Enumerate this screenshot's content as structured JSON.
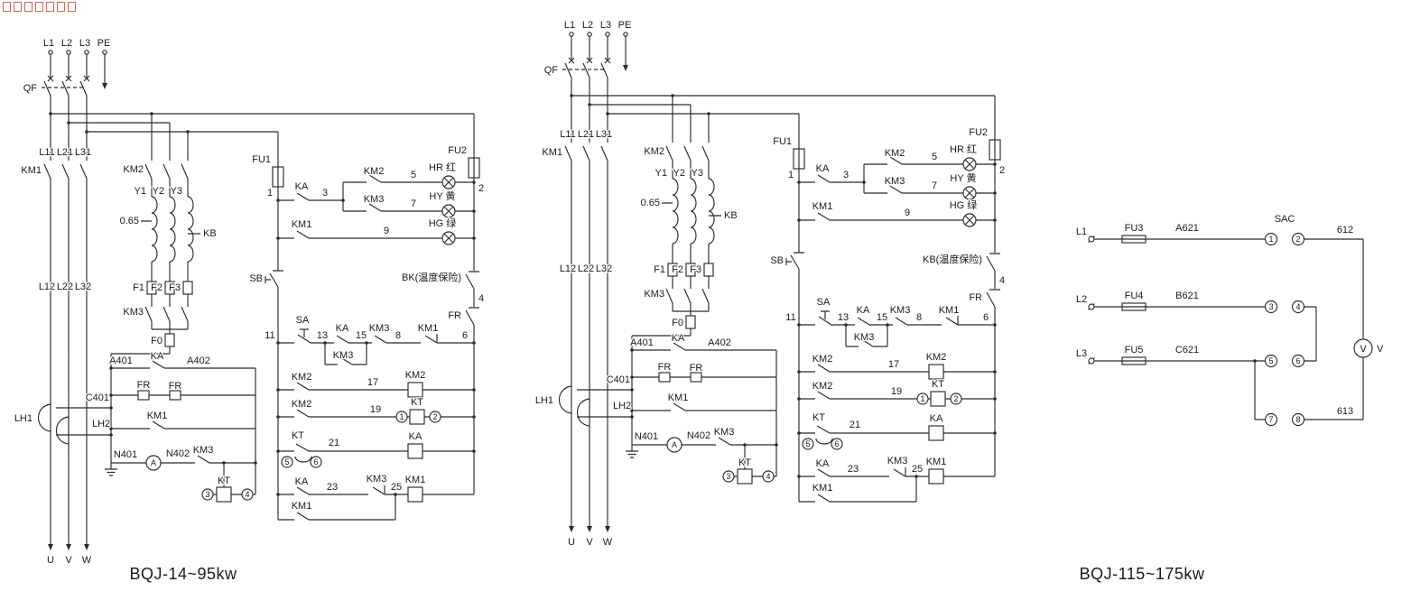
{
  "d1": {
    "caption": "BQJ-14~95kw",
    "top": {
      "l1": "L1",
      "l2": "L2",
      "l3": "L3",
      "pe": "PE"
    },
    "qf": "QF",
    "km1_main": "KM1",
    "l11": "L11",
    "l21": "L21",
    "l31": "L31",
    "l12": "L12",
    "l22": "L22",
    "l32": "L32",
    "km2_branch": "KM2",
    "y1": "Y1",
    "y2": "Y2",
    "y3": "Y3",
    "ratio": "0.65",
    "kb_tap": "KB",
    "f1": "F1",
    "f2": "F2",
    "f3": "F3",
    "km3_branch": "KM3",
    "f0": "F0",
    "lh1": "LH1",
    "lh2": "LH2",
    "a401": "A401",
    "ka_meter": "KA",
    "a402": "A402",
    "c401": "C401",
    "fr1": "FR",
    "fr2": "FR",
    "km1_meter": "KM1",
    "n401": "N401",
    "n402": "N402",
    "km3_meter": "KM3",
    "ammeter": "A",
    "kt_meter": "KT",
    "c3": "3",
    "c4": "4",
    "u": "U",
    "v": "V",
    "w": "W",
    "fu1": "FU1",
    "fu2": "FU2",
    "n1": "1",
    "ka_sig": "KA",
    "n3": "3",
    "km2_sig": "KM2",
    "n5": "5",
    "hr": "HR 红",
    "km3_sig": "KM3",
    "n7": "7",
    "hy": "HY 黄",
    "km1_sig": "KM1",
    "n9": "9",
    "hg": "HG 绿",
    "n2": "2",
    "sb": "SB",
    "tfuse": "BK(温度保险)",
    "n4": "4",
    "fr3": "FR",
    "sa": "SA",
    "n11": "11",
    "n13": "13",
    "ka_run": "KA",
    "n15": "15",
    "km3_run": "KM3",
    "n8": "8",
    "km1_nc": "KM1",
    "n6": "6",
    "km3_par": "KM3",
    "km2_aux1": "KM2",
    "n17": "17",
    "km2_coil": "KM2",
    "km2_aux2": "KM2",
    "n19": "19",
    "c1": "1",
    "kt_coil": "KT",
    "c2": "2",
    "kt_contact": "KT",
    "c5": "5",
    "c6": "6",
    "n21": "21",
    "ka_coil": "KA",
    "ka_hold": "KA",
    "n23": "23",
    "km3_nc": "KM3",
    "n25": "25",
    "km1_coil": "KM1",
    "km1_hold": "KM1"
  },
  "d2": {
    "caption": "BQJ-115~175kw",
    "top": {
      "l1": "L1",
      "l2": "L2",
      "l3": "L3",
      "pe": "PE"
    },
    "qf": "QF",
    "km1_main": "KM1",
    "l11": "L11",
    "l21": "L21",
    "l31": "L31",
    "l12": "L12",
    "l22": "L22",
    "l32": "L32",
    "km2_branch": "KM2",
    "y1": "Y1",
    "y2": "Y2",
    "y3": "Y3",
    "ratio": "0.65",
    "kb_tap": "KB",
    "f1": "F1",
    "f2": "F2",
    "f3": "F3",
    "km3_branch": "KM3",
    "f0": "F0",
    "lh1": "LH1",
    "lh2": "LH2",
    "a401": "A401",
    "ka_meter": "KA",
    "a402": "A402",
    "c401": "C401",
    "fr1": "FR",
    "fr2": "FR",
    "km1_meter": "KM1",
    "n401": "N401",
    "n402": "N402",
    "km3_meter": "KM3",
    "ammeter": "A",
    "kt_meter": "KT",
    "c3": "3",
    "c4": "4",
    "u": "U",
    "v": "V",
    "w": "W",
    "fu1": "FU1",
    "fu2": "FU2",
    "n1": "1",
    "ka_sig": "KA",
    "n3": "3",
    "km2_sig": "KM2",
    "n5": "5",
    "hr": "HR 红",
    "km3_sig": "KM3",
    "n7": "7",
    "hy": "HY 黄",
    "km1_sig": "KM1",
    "n9": "9",
    "hg": "HG 绿",
    "n2": "2",
    "sb": "SB",
    "tfuse": "KB(温度保险)",
    "n4": "4",
    "fr3": "FR",
    "sa": "SA",
    "n11": "11",
    "n13": "13",
    "ka_run": "KA",
    "n15": "15",
    "km3_run": "KM3",
    "n8": "8",
    "km1_nc": "KM1",
    "n6": "6",
    "km3_par": "KM3",
    "km2_aux1": "KM2",
    "n17": "17",
    "km2_coil": "KM2",
    "km2_aux2": "KM2",
    "n19": "19",
    "c1": "1",
    "kt_coil": "KT",
    "c2": "2",
    "kt_contact": "KT",
    "c5": "5",
    "c6": "6",
    "n21": "21",
    "ka_coil": "KA",
    "ka_hold": "KA",
    "n23": "23",
    "km3_nc": "KM3",
    "n25": "25",
    "km1_coil": "KM1",
    "km1_hold": "KM1"
  },
  "vm": {
    "sac": "SAC",
    "l1": "L1",
    "l2": "L2",
    "l3": "L3",
    "fu3": "FU3",
    "fu4": "FU4",
    "fu5": "FU5",
    "a621": "A621",
    "b621": "B621",
    "c621": "C621",
    "t1": "1",
    "t2": "2",
    "t3": "3",
    "t4": "4",
    "t5": "5",
    "t6": "6",
    "t7": "7",
    "t8": "8",
    "n612": "612",
    "n613": "613",
    "v_meter": "V",
    "v_label": "V"
  }
}
